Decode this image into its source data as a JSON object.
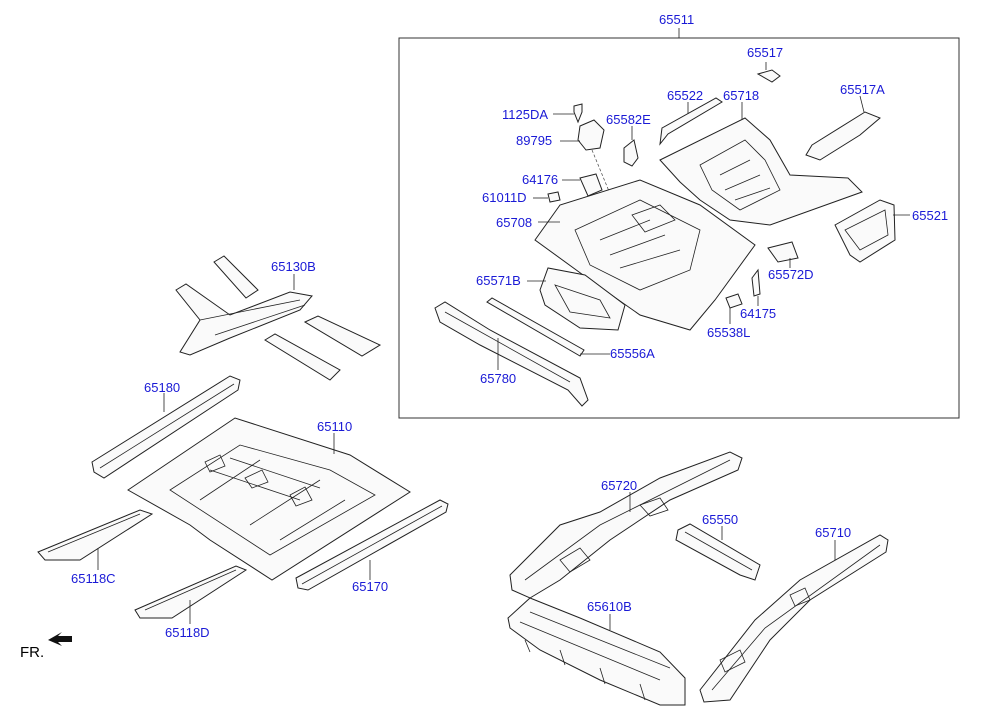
{
  "labels": {
    "p65511": "65511",
    "p65517": "65517",
    "p65522": "65522",
    "p65718": "65718",
    "p65517A": "65517A",
    "p1125DA": "1125DA",
    "p65582E": "65582E",
    "p89795": "89795",
    "p64176": "64176",
    "p61011D": "61011D",
    "p65708": "65708",
    "p65521": "65521",
    "p65571B": "65571B",
    "p65572D": "65572D",
    "p64175": "64175",
    "p65538L": "65538L",
    "p65556A": "65556A",
    "p65780": "65780",
    "p65130B": "65130B",
    "p65180": "65180",
    "p65110": "65110",
    "p65118C": "65118C",
    "p65170": "65170",
    "p65118D": "65118D",
    "p65720": "65720",
    "p65550": "65550",
    "p65710": "65710",
    "p65610B": "65610B"
  },
  "direction": {
    "text": "FR."
  },
  "colors": {
    "label": "#1a1ad6",
    "line": "#222222"
  }
}
